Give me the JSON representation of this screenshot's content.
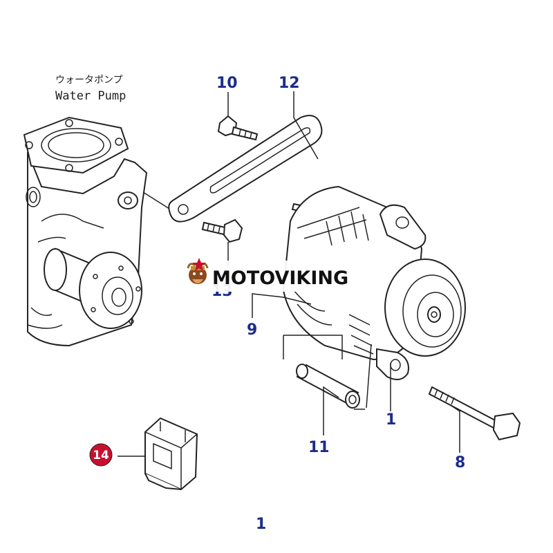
{
  "pump_label": {
    "japanese": "ウォータポンプ",
    "english": "Water Pump"
  },
  "callouts": {
    "c10": "10",
    "c12": "12",
    "c13": "13",
    "c9": "9",
    "c1": "1",
    "c11": "11",
    "c8": "8",
    "c14": "14",
    "page_number": "1"
  },
  "watermark": {
    "brand": "MOTOVIKING",
    "logo_icon": "viking-logo-icon"
  },
  "colors": {
    "callout": "#1b2c8a",
    "badge": "#c8102e",
    "line": "#222222"
  }
}
